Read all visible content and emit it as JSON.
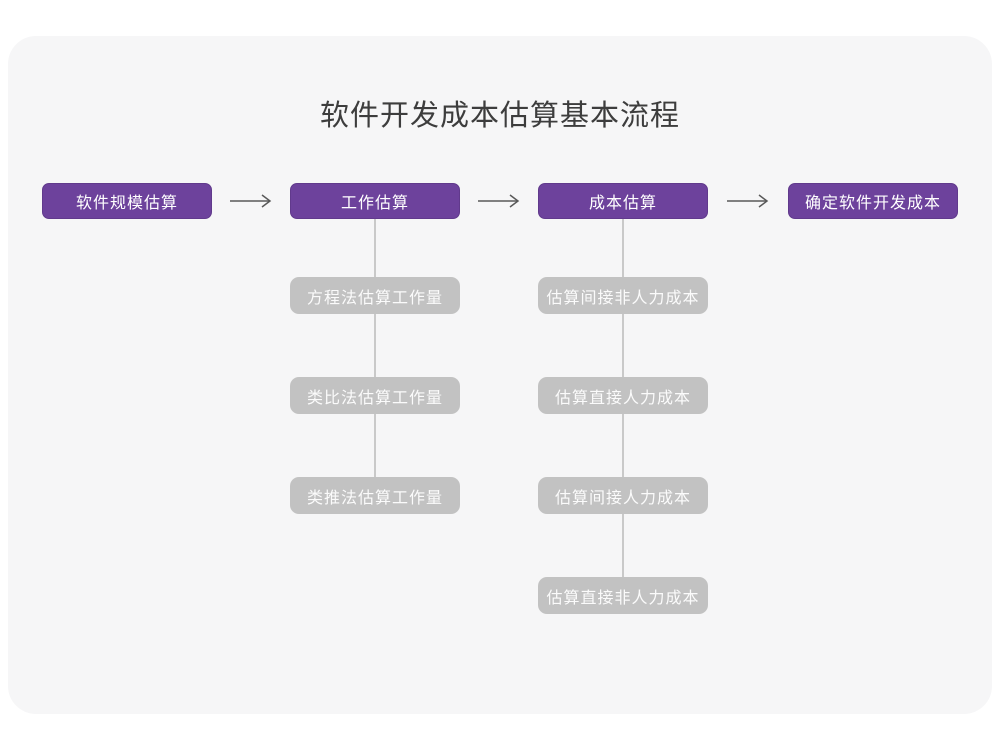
{
  "title": "软件开发成本估算基本流程",
  "colors": {
    "accent_purple": "#6d429c",
    "sub_box_gray": "#c2c2c2",
    "card_background": "#f6f6f7",
    "connector_line": "#c9c9c9",
    "arrow": "#595959",
    "title_text": "#3d3d3d"
  },
  "main_steps": [
    {
      "label": "软件规模估算"
    },
    {
      "label": "工作估算"
    },
    {
      "label": "成本估算"
    },
    {
      "label": "确定软件开发成本"
    }
  ],
  "work_substeps": [
    {
      "label": "方程法估算工作量"
    },
    {
      "label": "类比法估算工作量"
    },
    {
      "label": "类推法估算工作量"
    }
  ],
  "cost_substeps": [
    {
      "label": "估算间接非人力成本"
    },
    {
      "label": "估算直接人力成本"
    },
    {
      "label": "估算间接人力成本"
    },
    {
      "label": "估算直接非人力成本"
    }
  ]
}
